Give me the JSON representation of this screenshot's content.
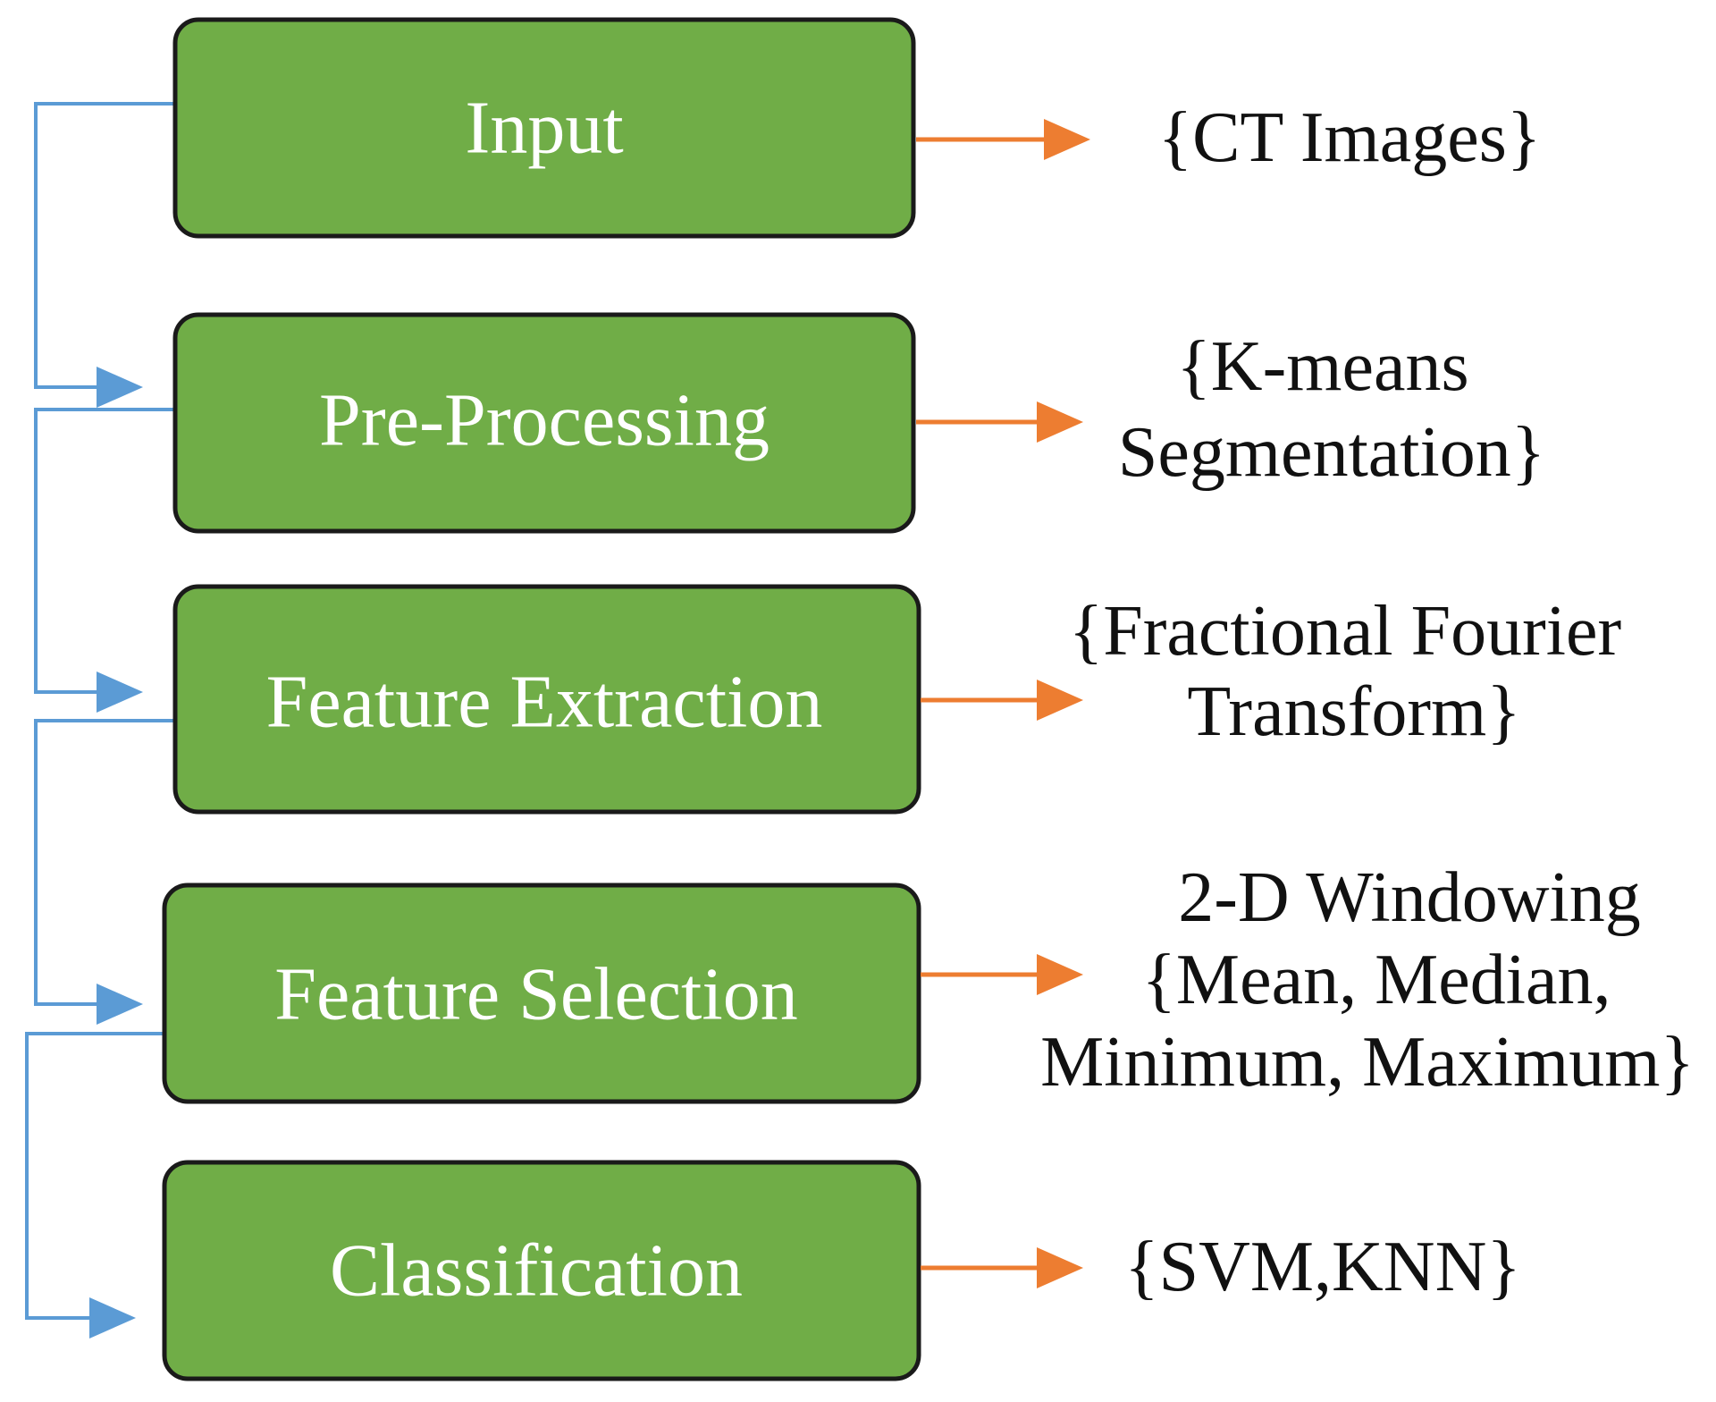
{
  "colors": {
    "box_fill": "#70ad47",
    "box_border": "#1a1a1a",
    "box_text": "#ffffff",
    "flow_arrow": "#5b9bd5",
    "detail_arrow": "#ed7d31",
    "detail_text": "#111111"
  },
  "steps": [
    {
      "label": "Input",
      "detail": [
        "{CT Images}"
      ]
    },
    {
      "label": "Pre-Processing",
      "detail": [
        "{K-means",
        "Segmentation}"
      ]
    },
    {
      "label": "Feature Extraction",
      "detail": [
        "{Fractional Fourier",
        "Transform}"
      ]
    },
    {
      "label": "Feature Selection",
      "detail": [
        "2-D Windowing",
        "{Mean, Median,",
        "Minimum, Maximum}"
      ]
    },
    {
      "label": "Classification",
      "detail": [
        "{SVM,KNN}"
      ]
    }
  ]
}
